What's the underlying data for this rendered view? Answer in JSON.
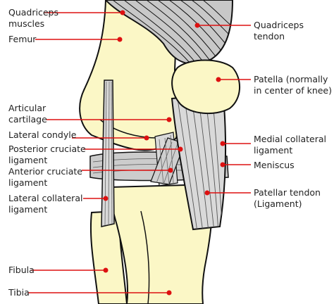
{
  "colors": {
    "bone": "#fbf7c6",
    "bone_outline": "#111111",
    "muscle": "#c8c8c8",
    "ligament": "#d9d9d9",
    "leader": "#dd1111",
    "text": "#222222"
  },
  "labels": {
    "quadriceps_muscles": {
      "line1": "Quadriceps",
      "line2": "muscles"
    },
    "femur": {
      "line1": "Femur"
    },
    "articular_cartilage": {
      "line1": "Articular",
      "line2": "cartilage"
    },
    "lateral_condyle": {
      "line1": "Lateral condyle"
    },
    "posterior_cruciate": {
      "line1": "Posterior cruciate",
      "line2": "ligament"
    },
    "anterior_cruciate": {
      "line1": "Anterior cruciate",
      "line2": "ligament"
    },
    "lateral_collateral": {
      "line1": "Lateral collateral",
      "line2": "ligament"
    },
    "fibula": {
      "line1": "Fibula"
    },
    "tibia": {
      "line1": "Tibia"
    },
    "quadriceps_tendon": {
      "line1": "Quadriceps",
      "line2": "tendon"
    },
    "patella": {
      "line1": "Patella (normally",
      "line2": "in center of knee)"
    },
    "medial_collateral": {
      "line1": "Medial collateral",
      "line2": "ligament"
    },
    "meniscus": {
      "line1": "Meniscus"
    },
    "patellar_tendon": {
      "line1": "Patellar tendon",
      "line2": "(Ligament)"
    }
  }
}
